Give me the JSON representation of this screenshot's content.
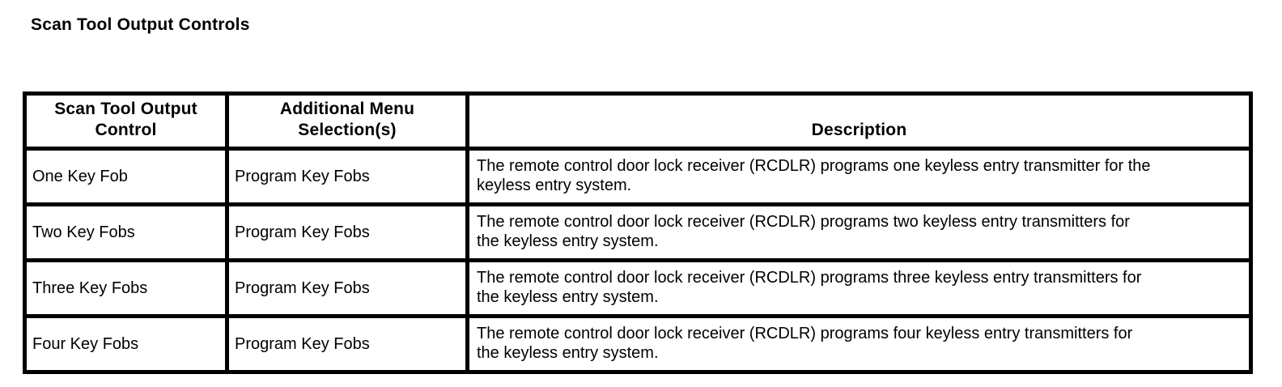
{
  "page": {
    "title": "Scan Tool Output Controls"
  },
  "table": {
    "headers": [
      {
        "line1": "Scan Tool Output",
        "line2": "Control"
      },
      {
        "line1": "Additional Menu",
        "line2": "Selection(s)"
      },
      {
        "line1": "Description",
        "line2": ""
      }
    ],
    "rows": [
      {
        "control": "One Key Fob",
        "menu": "Program Key Fobs",
        "description": "The remote control door lock receiver (RCDLR) programs one keyless entry transmitter for the keyless entry system."
      },
      {
        "control": "Two Key Fobs",
        "menu": "Program Key Fobs",
        "description": "The remote control door lock receiver (RCDLR) programs two keyless entry transmitters for the keyless entry system."
      },
      {
        "control": "Three Key Fobs",
        "menu": "Program Key Fobs",
        "description": "The remote control door lock receiver (RCDLR) programs three keyless entry transmitters for the keyless entry system."
      },
      {
        "control": "Four Key Fobs",
        "menu": "Program Key Fobs",
        "description": "The remote control door lock receiver (RCDLR) programs four keyless entry transmitters for the keyless entry system."
      }
    ]
  },
  "colors": {
    "text": "#000000",
    "border": "#000000",
    "background": "#ffffff"
  }
}
